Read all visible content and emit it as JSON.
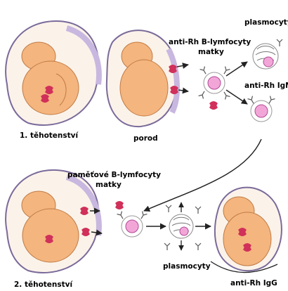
{
  "labels": {
    "pregnancy1": "1. těhotenství",
    "birth": "porod",
    "anti_rh_b_line1": "anti-Rh B-lymfocyty",
    "anti_rh_b_line2": "matky",
    "plasmocyty_top": "plasmocyty",
    "anti_rh_igm": "anti-Rh IgM",
    "memory_b_line1": "paměťové B-lymfocyty",
    "memory_b_line2": "matky",
    "pregnancy2": "2. těhotenství",
    "plasmocyty_bottom": "plasmocyty",
    "anti_rh_igg": "anti-Rh IgG"
  },
  "colors": {
    "fetus": "#f4b57e",
    "uterus_outline": "#7a6a9a",
    "placenta": "#c8b7df",
    "cell_body": "#f2a6d8",
    "cell_outline": "#b04a95",
    "rbc": "#d0305a",
    "arrow": "#222222"
  }
}
